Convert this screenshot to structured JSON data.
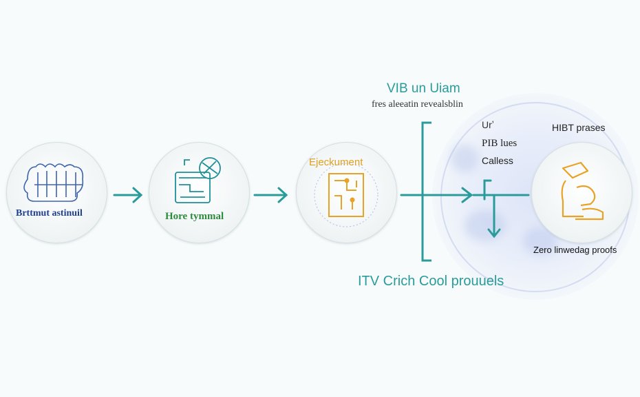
{
  "nodes": [
    {
      "label": "Brttmut astinuil",
      "color": "#1f3f8f"
    },
    {
      "label": "Hore tymmal",
      "color": "#2e8a3c"
    },
    {
      "label": "Ejeckument",
      "color": "#e0a020"
    },
    {
      "label": "Zero linwedag proofs",
      "color": "#111111"
    }
  ],
  "top_title": "VIB un Uiam",
  "top_subtitle": "fres aleeatin revealsblin",
  "bottom_title": "ITV Crich Cool prouuels",
  "mid_labels": [
    "Urʼ",
    "PIB lues",
    "Calless"
  ],
  "right_heading": "HIBT prases",
  "colors": {
    "teal": "#2a9b9b",
    "orange": "#e8a326",
    "navy": "#2e4a9a",
    "green": "#2d8a3a"
  }
}
